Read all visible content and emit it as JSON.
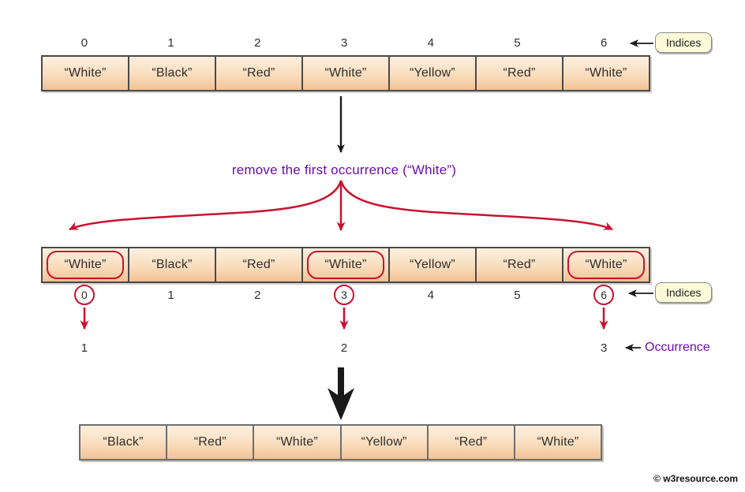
{
  "instruction": "remove the first occurrence (“White”)",
  "labels": {
    "indices_top": "Indices",
    "indices_mid": "Indices",
    "occurrence": "Occurrence",
    "watermark": "© w3resource.com"
  },
  "top_array": {
    "indices": [
      "0",
      "1",
      "2",
      "3",
      "4",
      "5",
      "6"
    ],
    "cells": [
      "“White”",
      "“Black”",
      "“Red”",
      "“White”",
      "“Yellow”",
      "“Red”",
      "“White”"
    ]
  },
  "middle_array": {
    "cells": [
      "“White”",
      "“Black”",
      "“Red”",
      "“White”",
      "“Yellow”",
      "“Red”",
      "“White”"
    ],
    "indices": [
      "0",
      "1",
      "2",
      "3",
      "4",
      "5",
      "6"
    ],
    "highlighted_positions": [
      0,
      3,
      6
    ]
  },
  "occurrence_counts": [
    "1",
    "2",
    "3"
  ],
  "bottom_array": {
    "cells": [
      "“Black”",
      "“Red”",
      "“White”",
      "“Yellow”",
      "“Red”",
      "“White”"
    ]
  },
  "colors": {
    "red": "#C9122F",
    "purple": "#6A0DAD",
    "cell_border": "#4A4A4A",
    "cell_gradient_top": "#FDF0E0",
    "cell_gradient_bottom": "#F2C294",
    "badge_bg": "#FBFBD8",
    "badge_border": "#8A8A8A"
  }
}
